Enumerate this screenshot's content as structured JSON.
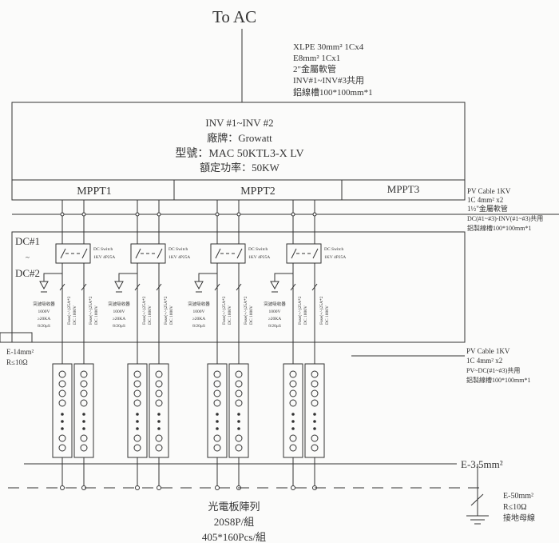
{
  "title": "To AC",
  "ac_cable": [
    "XLPE 30mm² 1Cx4",
    "E8mm² 1Cx1",
    "2\"金屬軟管",
    "INV#1~INV#3共用",
    "鋁線槽100*100mm*1"
  ],
  "inverter": {
    "lines": [
      "INV #1~INV #2",
      "廠牌：Growatt",
      "型號：MAC 50KTL3-X LV",
      "額定功率：50KW"
    ],
    "mppt": [
      "MPPT1",
      "MPPT2",
      "MPPT3"
    ]
  },
  "dc_cable": [
    "PV Cable 1KV",
    "1C 4mm² x2",
    "1½\"金屬軟管",
    "DC(#1~#3)-INV(#1~#3)共用",
    "鋁製線槽100*100mm*1"
  ],
  "dc_box": {
    "label_top": "DC#1",
    "label_sep": "~",
    "label_bottom": "DC#2",
    "switch": [
      "DC Switch",
      "1KV 4P25A"
    ],
    "fuse": [
      "Fuse(+/-)25A*2",
      "DC 1000V"
    ],
    "spd": [
      "突波吸收器",
      "1000V",
      "≥20KA",
      "8/20μS"
    ]
  },
  "ground_small": [
    "E-14mm²",
    "R≤10Ω"
  ],
  "pv_cable": [
    "PV Cable 1KV",
    "1C 4mm² x2",
    "PV~DC(#1~#3)共用",
    "鋁製線槽100*100mm*1"
  ],
  "earth_line": "E-3.5mm²",
  "ground_main": [
    "E-50mm²",
    "R≤10Ω",
    "接地母線"
  ],
  "array": [
    "光電板陣列",
    "20S8P/組",
    "405*160Pcs/組"
  ]
}
